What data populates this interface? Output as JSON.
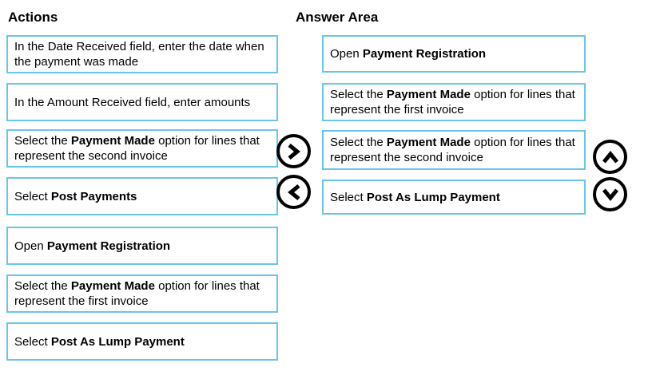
{
  "colors": {
    "box_border": "#6cc5e8",
    "text": "#000000",
    "arrow_button": "#000000",
    "background": "#ffffff"
  },
  "actions": {
    "title": "Actions",
    "items": [
      {
        "pre": "In the Date Received field, enter the date when the payment was made",
        "bold": "",
        "post": ""
      },
      {
        "pre": "In the Amount Received field, enter amounts",
        "bold": "",
        "post": ""
      },
      {
        "pre": "Select the ",
        "bold": "Payment Made",
        "post": " option for lines that represent the second invoice"
      },
      {
        "pre": "Select ",
        "bold": "Post Payments",
        "post": ""
      },
      {
        "pre": "Open ",
        "bold": "Payment Registration",
        "post": ""
      },
      {
        "pre": "Select the ",
        "bold": "Payment Made",
        "post": " option for lines that represent the first invoice"
      },
      {
        "pre": "Select ",
        "bold": "Post As Lump Payment",
        "post": ""
      }
    ]
  },
  "answer_area": {
    "title": "Answer Area",
    "items": [
      {
        "pre": "Open ",
        "bold": "Payment Registration",
        "post": ""
      },
      {
        "pre": "Select the ",
        "bold": "Payment Made",
        "post": " option for lines that represent the first invoice"
      },
      {
        "pre": "Select the ",
        "bold": "Payment Made",
        "post": " option for lines that represent the second invoice"
      },
      {
        "pre": "Select ",
        "bold": "Post As Lump Payment",
        "post": ""
      }
    ]
  },
  "controls": {
    "move_right": "chevron-right",
    "move_left": "chevron-left",
    "move_up": "chevron-up",
    "move_down": "chevron-down"
  }
}
